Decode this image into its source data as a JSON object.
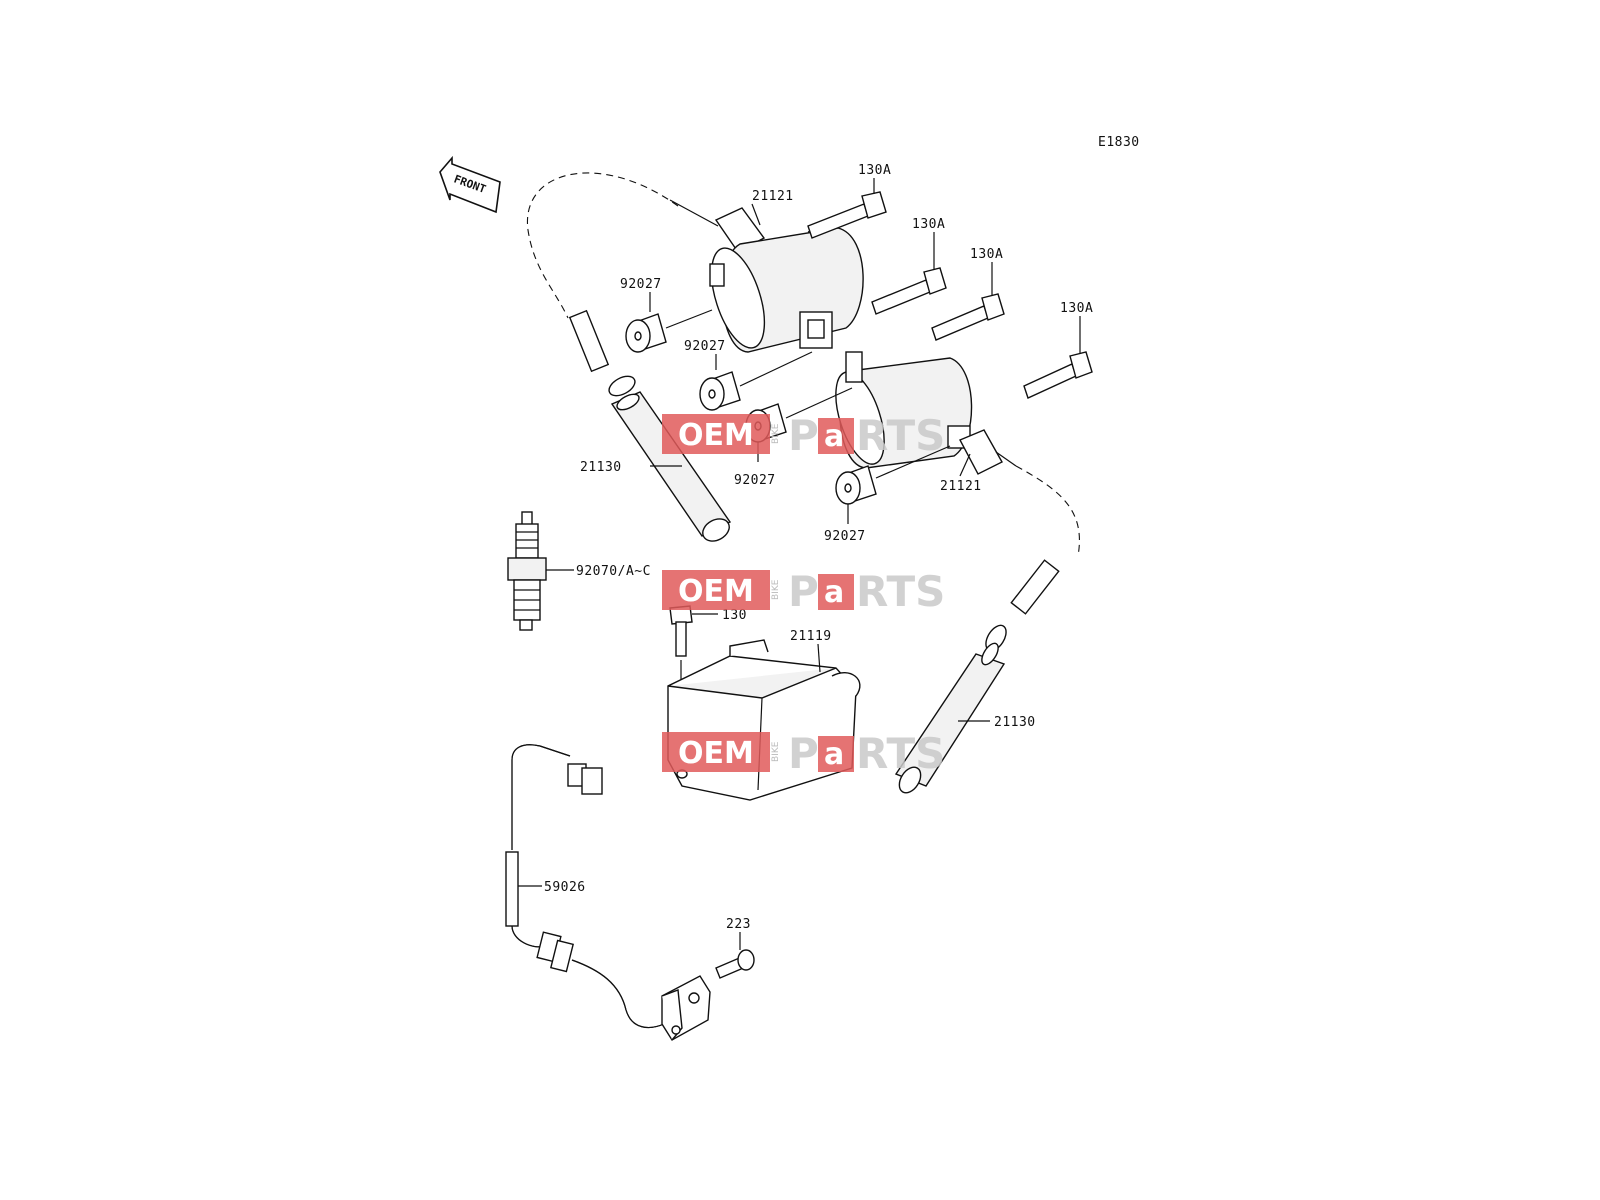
{
  "diagram": {
    "code": "E1830",
    "front_label": "FRONT",
    "labels": {
      "coil_left": "21121",
      "coil_right": "21121",
      "bolt_1": "130A",
      "bolt_2": "130A",
      "bolt_3": "130A",
      "bolt_4": "130A",
      "washer_1": "92027",
      "washer_2": "92027",
      "washer_3": "92027",
      "washer_4": "92027",
      "cap_upper": "21130",
      "cap_lower": "21130",
      "spark_plug": "92070/A~C",
      "bolt_small": "130",
      "igniter": "21119",
      "pickup_coil": "59026",
      "screw": "223"
    }
  },
  "watermark": {
    "red_part": "OEM",
    "small_part": "BIKE",
    "grey_left": "P",
    "red_letter": "a",
    "grey_right": "RTS",
    "red_color": "#e05a5a",
    "grey_color": "#c9c9c9"
  }
}
